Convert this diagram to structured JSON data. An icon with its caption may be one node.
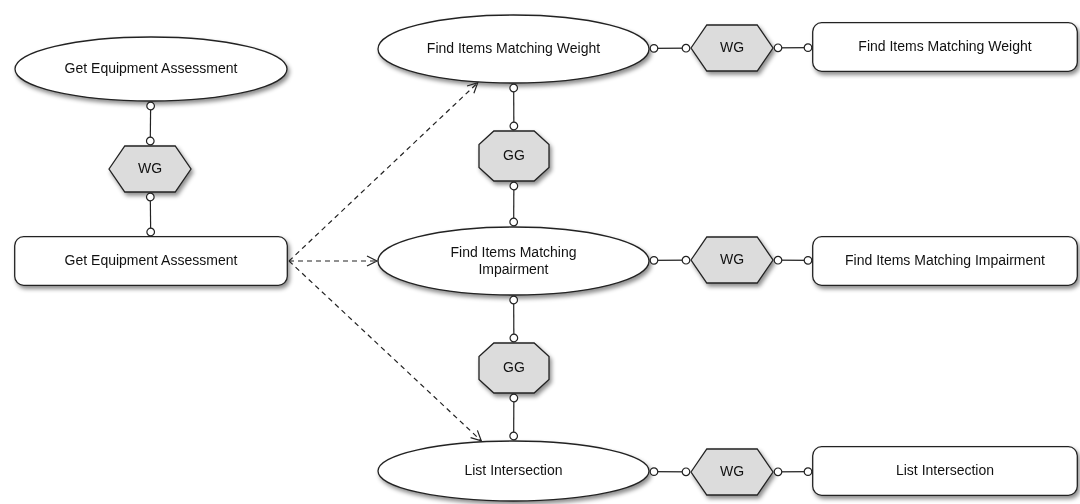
{
  "diagram": {
    "nodes": [
      {
        "text": [
          "Get Equipment Assessment"
        ]
      },
      {
        "text": [
          "WG"
        ]
      },
      {
        "text": [
          "Get Equipment Assessment"
        ]
      },
      {
        "text": [
          "Find Items Matching Weight"
        ]
      },
      {
        "text": [
          "WG"
        ]
      },
      {
        "text": [
          "Find Items Matching Weight"
        ]
      },
      {
        "text": [
          "GG"
        ]
      },
      {
        "text": [
          "Find Items Matching Impairment"
        ]
      },
      {
        "text": [
          "WG"
        ]
      },
      {
        "text": [
          "Find Items Matching Impairment"
        ]
      },
      {
        "text": [
          "GG"
        ]
      },
      {
        "text": [
          "List Intersection"
        ]
      },
      {
        "text": [
          "WG"
        ]
      },
      {
        "text": [
          "List Intersection"
        ]
      }
    ],
    "edges": [
      {
        "from": 0,
        "to": 1,
        "arrow": "other"
      },
      {
        "from": 1,
        "to": 2,
        "arrow": "other"
      },
      {
        "from": 2,
        "to": 3,
        "arrow": "to",
        "style": "dashed"
      },
      {
        "from": 2,
        "to": 7,
        "arrow": "to",
        "style": "dashed"
      },
      {
        "from": 2,
        "to": 11,
        "arrow": "to",
        "style": "dashed"
      },
      {
        "from": 3,
        "to": 4,
        "arrow": "other"
      },
      {
        "from": 4,
        "to": 5,
        "arrow": "other"
      },
      {
        "from": 3,
        "to": 6,
        "arrow": "other"
      },
      {
        "from": 6,
        "to": 7,
        "arrow": "other"
      },
      {
        "from": 7,
        "to": 8,
        "arrow": "other"
      },
      {
        "from": 8,
        "to": 9,
        "arrow": "other"
      },
      {
        "from": 7,
        "to": 10,
        "arrow": "other"
      },
      {
        "from": 10,
        "to": 11,
        "arrow": "other"
      },
      {
        "from": 11,
        "to": 12,
        "arrow": "other"
      },
      {
        "from": 12,
        "to": 13,
        "arrow": "other"
      }
    ]
  }
}
